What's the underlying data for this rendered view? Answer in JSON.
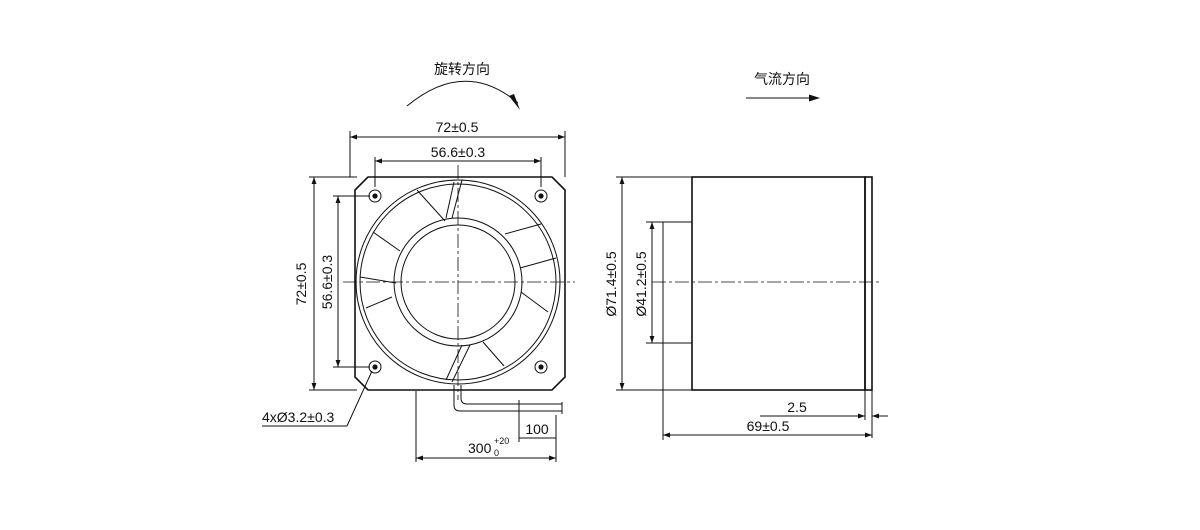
{
  "labels": {
    "rotation_direction": "旋转方向",
    "airflow_direction": "气流方向"
  },
  "dimensions": {
    "frame_width": "72±0.5",
    "hole_spacing_h": "56.6±0.3",
    "frame_height": "72±0.5",
    "hole_spacing_v": "56.6±0.3",
    "mounting_holes": "4xØ3.2±0.3",
    "lead_length_base": "300",
    "lead_length_sup": "+20",
    "lead_length_sub": "0",
    "lead_strip": "100",
    "outer_diameter": "Ø71.4±0.5",
    "hub_diameter": "Ø41.2±0.5",
    "flange_thickness": "2.5",
    "depth": "69±0.5"
  }
}
